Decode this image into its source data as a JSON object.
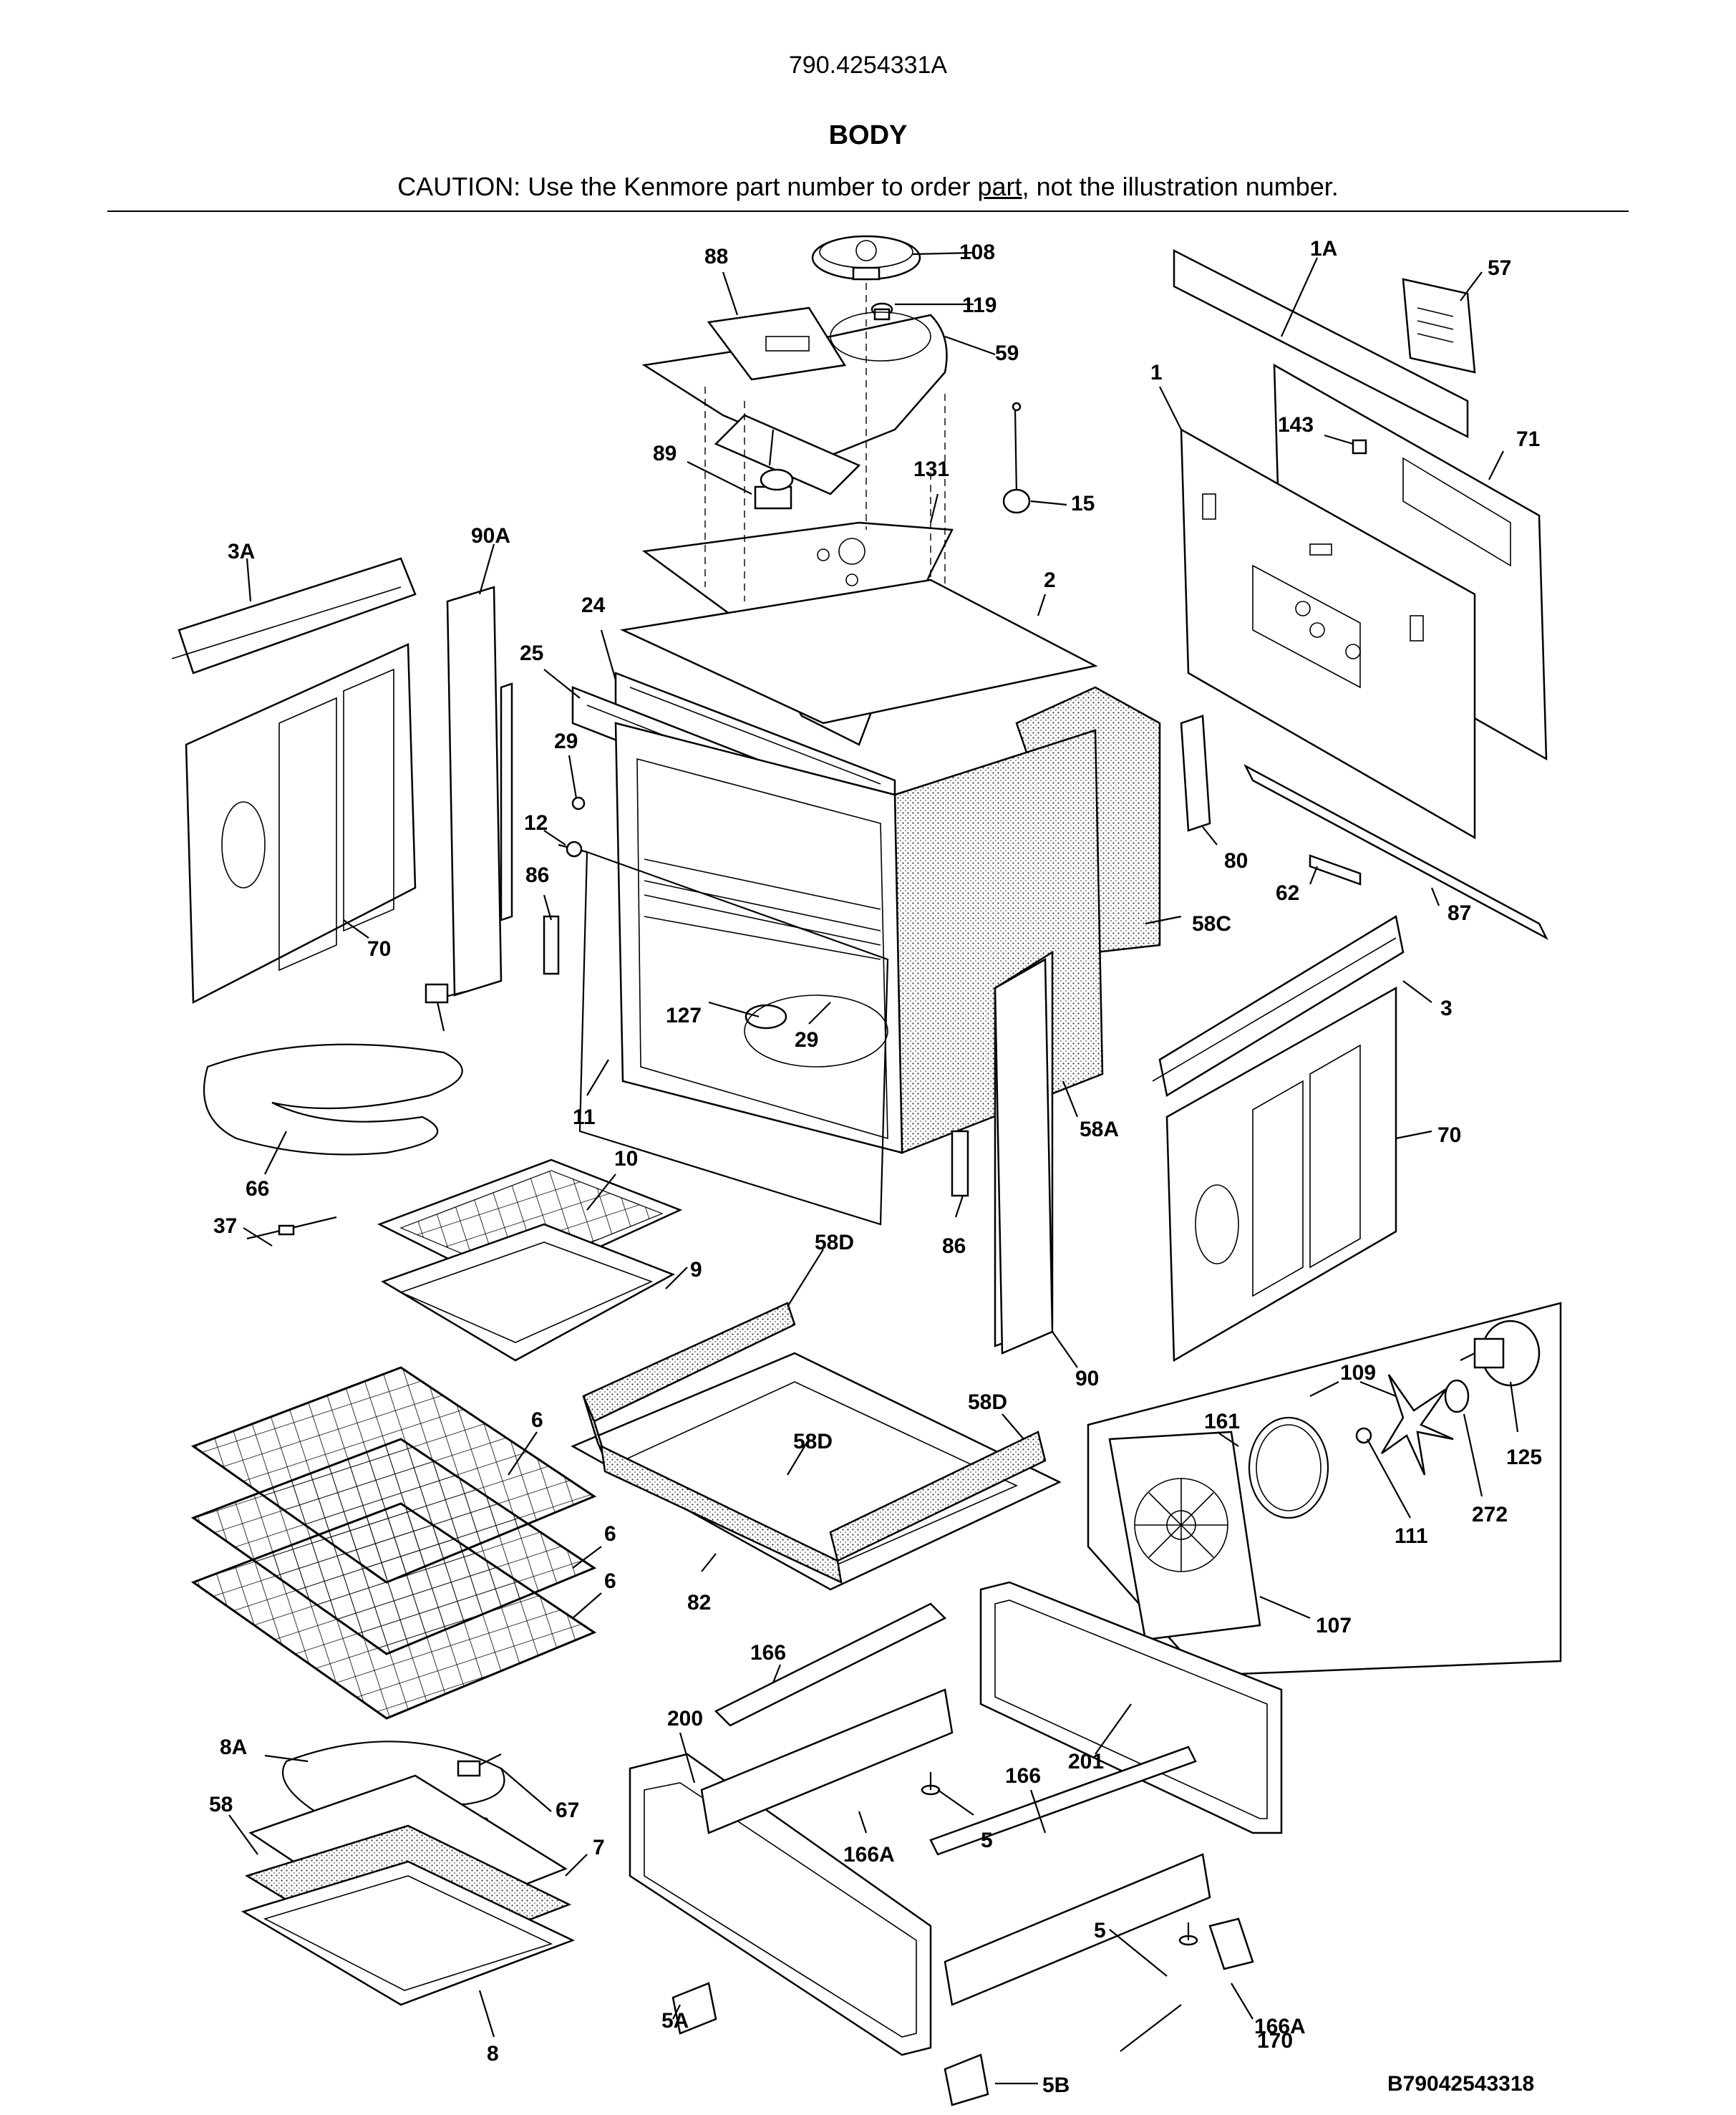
{
  "header": {
    "model": "790.4254331A",
    "title": "BODY",
    "caution_prefix": "CAUTION: Use the Kenmore part number to order ",
    "caution_link": "part",
    "caution_suffix": ", not the illustration number."
  },
  "diagram": {
    "drawing_code": "B79042543318",
    "callouts": {
      "c88": "88",
      "c108": "108",
      "c119": "119",
      "c59": "59",
      "c89": "89",
      "c131": "131",
      "c15": "15",
      "c1A": "1A",
      "c57": "57",
      "c1": "1",
      "c143": "143",
      "c71": "71",
      "c2": "2",
      "c3A": "3A",
      "c90A": "90A",
      "c24": "24",
      "c25": "25",
      "c29a": "29",
      "c12": "12",
      "c86a": "86",
      "c70a": "70",
      "c80": "80",
      "c62": "62",
      "c58C": "58C",
      "c87": "87",
      "c3": "3",
      "c127": "127",
      "c29b": "29",
      "c11": "11",
      "c58A": "58A",
      "c70b": "70",
      "c66": "66",
      "c10": "10",
      "c37": "37",
      "c9": "9",
      "c58D_a": "58D",
      "c86b": "86",
      "c90": "90",
      "c109": "109",
      "c161": "161",
      "c125": "125",
      "c272": "272",
      "c111": "111",
      "c107": "107",
      "c6a": "6",
      "c58D_b": "58D",
      "c58D_c": "58D",
      "c6b": "6",
      "c6c": "6",
      "c82": "82",
      "c166a": "166",
      "c200": "200",
      "c201": "201",
      "c166b": "166",
      "c8A": "8A",
      "c58": "58",
      "c67": "67",
      "c7": "7",
      "c5a": "5",
      "c166A_a": "166A",
      "c166A_b": "166A",
      "c5b": "5",
      "c170": "170",
      "c5A": "5A",
      "c5B": "5B",
      "c8": "8"
    }
  }
}
